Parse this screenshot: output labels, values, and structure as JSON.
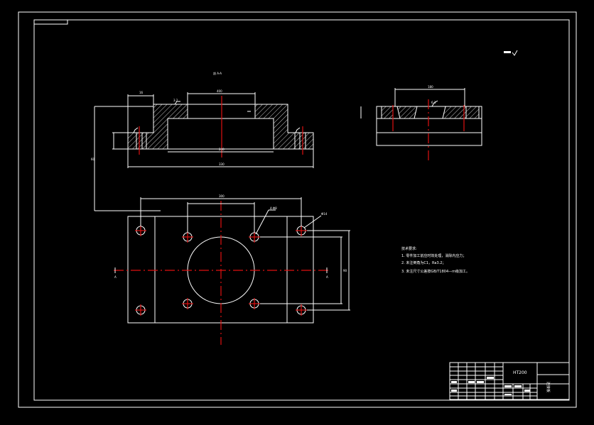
{
  "section_label": "剖 A-A",
  "roughness_top": "Ra 1.6/",
  "material": "HT200",
  "part_name": "连接板",
  "view_marker": "A",
  "tech_requirements": {
    "heading": "技术要求:",
    "items": [
      "1. 零件加工前应时效处理，消除内应力；",
      "2. 未注倒角为C1，Ra3.2；",
      "3. 未注尺寸公差按GB/T1804—m级加工。"
    ]
  },
  "dims": {
    "top_width": "400",
    "left_ledge": "16",
    "bottom_total": "330",
    "inner_width": "240",
    "left_height": "60",
    "plan_width": "300",
    "plan_right": "90",
    "plan_hole": "4-Φ8",
    "plan_hole2": "Φ14",
    "right_sec_width": "180",
    "roughness_a": "3.2",
    "roughness_b": "6.3"
  }
}
